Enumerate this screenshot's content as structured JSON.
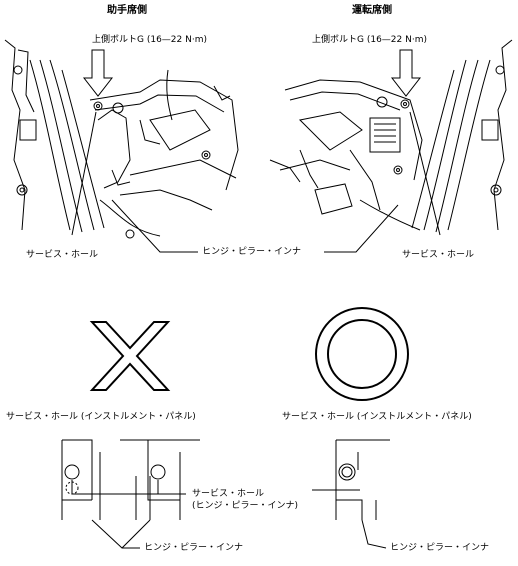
{
  "header": {
    "passenger_side": "助手席側",
    "driver_side": "運転席側"
  },
  "bolt_label_left": "上側ボルトG (16—22 N·m)",
  "bolt_label_right": "上側ボルトG (16—22 N·m)",
  "service_hole_left": "サービス・ホール",
  "service_hole_right": "サービス・ホール",
  "hinge_pillar_inner_top": "ヒンジ・ピラー・インナ",
  "wrong_marker": "✕",
  "correct_marker": "○",
  "service_hole_panel_left": "サービス・ホール (インストルメント・パネル)",
  "service_hole_panel_right": "サービス・ホール (インストルメント・パネル)",
  "service_hole_hinge_line1": "サービス・ホール",
  "service_hole_hinge_line2": "(ヒンジ・ピラー・インナ)",
  "hinge_pillar_inner_bottom_left": "ヒンジ・ピラー・インナ",
  "hinge_pillar_inner_bottom_right": "ヒンジ・ピラー・インナ"
}
